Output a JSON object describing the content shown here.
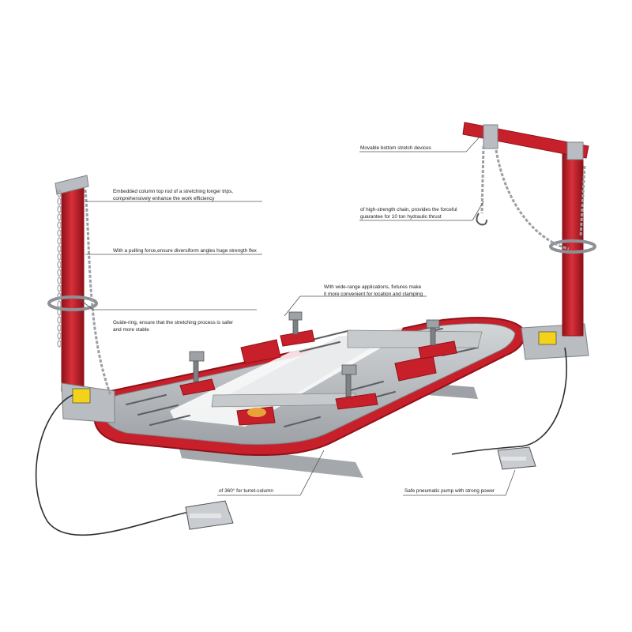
{
  "callouts": {
    "movable_stretch": {
      "line1": "Movable bottom stretch devices"
    },
    "chain": {
      "line1": "of high-strength chain, provides the forceful",
      "line2": "guarantee for 10 ton hydraulic thrust"
    },
    "column_top": {
      "line1": "Embedded column top rod of a stretching longer trips,",
      "line2": "comprehensively enhance the work efficiency"
    },
    "pulling_force": {
      "line1": "With a pulling force,ensure diversiform angles huge strength flex"
    },
    "fixtures": {
      "line1": "With wide-range applications, fixtures make",
      "line2": "it more convenient for location and clamping"
    },
    "guide_ring": {
      "line1": "Guide-ring, ensure that the stretching process is safer",
      "line2": "and more stable"
    },
    "turret": {
      "line1": "of 360° for turret-column"
    },
    "pump": {
      "line1": "Safe pneumatic pump with strong power"
    }
  },
  "colors": {
    "red": "#c8202a",
    "red_dark": "#8e1119",
    "steel": "#b9bcc0",
    "steel_dark": "#7d8185",
    "warning_label": "#f2d21a"
  },
  "icons": {
    "warning_label": "warning-label-icon",
    "hook": "hook-icon",
    "chain": "chain-icon",
    "pump": "pneumatic-pump-icon"
  }
}
